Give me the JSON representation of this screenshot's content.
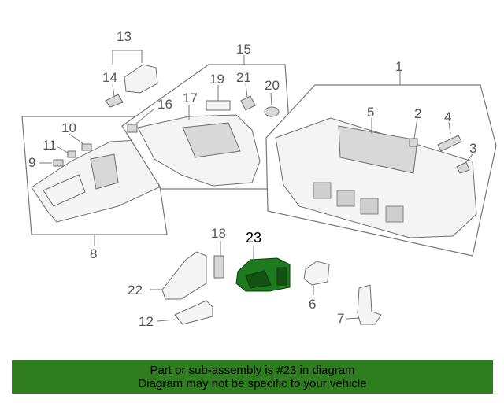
{
  "callouts": {
    "c1": "1",
    "c2": "2",
    "c3": "3",
    "c4": "4",
    "c5": "5",
    "c6": "6",
    "c7": "7",
    "c8": "8",
    "c9": "9",
    "c10": "10",
    "c11": "11",
    "c12": "12",
    "c13": "13",
    "c14": "14",
    "c15": "15",
    "c16": "16",
    "c17": "17",
    "c18": "18",
    "c19": "19",
    "c20": "20",
    "c21": "21",
    "c22": "22",
    "c23": "23"
  },
  "highlight": {
    "part_number": "23",
    "color": "#1f7a1f"
  },
  "banner": {
    "line1": "Part or sub-assembly is #23 in diagram",
    "line2": "Diagram may not be specific to your vehicle",
    "background": "#2e7d1f"
  }
}
